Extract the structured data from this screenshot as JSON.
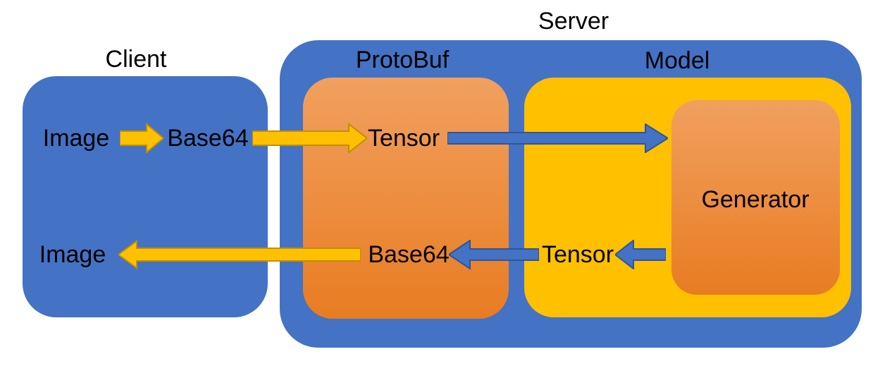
{
  "colors": {
    "blue": "#4472C4",
    "yellow": "#FFC000",
    "orange_top": "#F1A05F",
    "orange_bottom": "#E87C22",
    "arrow_yellow_border": "#BF9000",
    "arrow_blue_border": "#2F5597",
    "text": "#000000"
  },
  "client": {
    "title": "Client",
    "nodes": {
      "image_in": "Image",
      "base64_in": "Base64",
      "image_out": "Image"
    }
  },
  "server": {
    "title": "Server",
    "protobuf": {
      "title": "ProtoBuf",
      "nodes": {
        "tensor_in": "Tensor",
        "base64_out": "Base64"
      }
    },
    "model": {
      "title": "Model",
      "nodes": {
        "tensor_out": "Tensor"
      },
      "generator": {
        "title": "Generator"
      }
    }
  },
  "flows": [
    {
      "from": "Image",
      "to": "Base64",
      "color": "yellow",
      "direction": "right"
    },
    {
      "from": "Base64",
      "to": "Tensor",
      "color": "yellow",
      "direction": "right"
    },
    {
      "from": "Tensor",
      "to": "Generator",
      "color": "blue",
      "direction": "right"
    },
    {
      "from": "Generator",
      "to": "Tensor",
      "color": "blue",
      "direction": "left"
    },
    {
      "from": "Tensor",
      "to": "Base64",
      "color": "blue",
      "direction": "left"
    },
    {
      "from": "Base64",
      "to": "Image",
      "color": "yellow",
      "direction": "left"
    }
  ]
}
